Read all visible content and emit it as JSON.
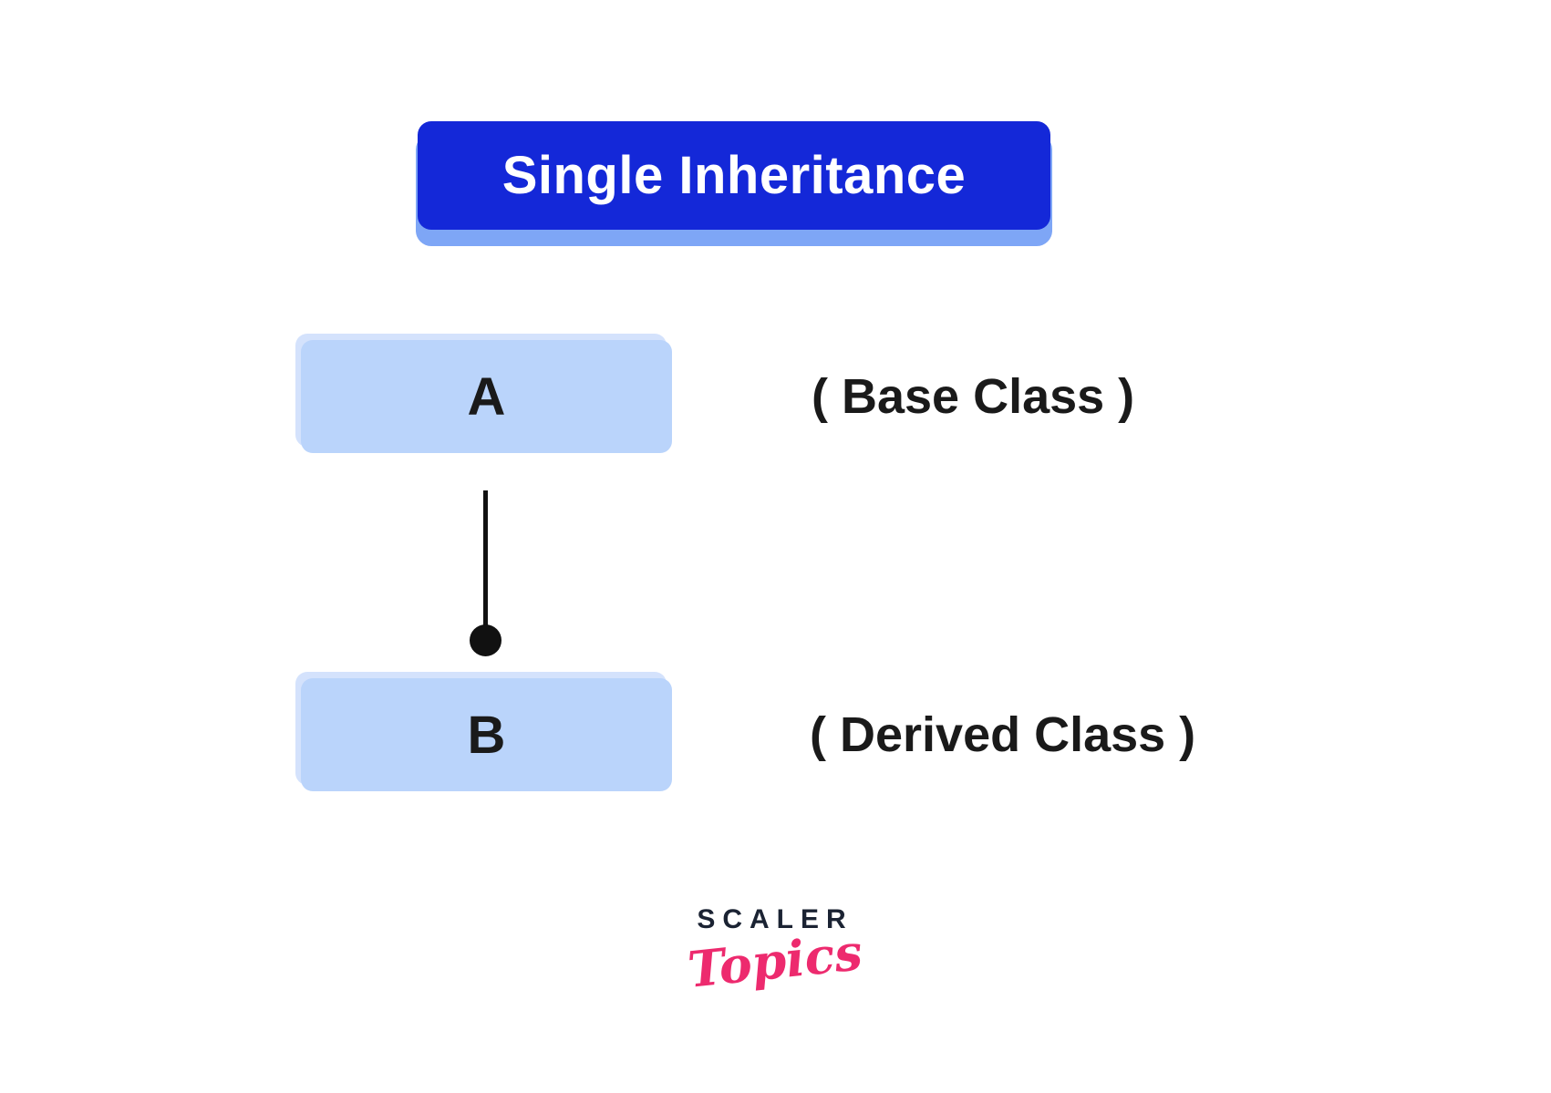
{
  "header": {
    "title": "Single Inheritance"
  },
  "diagram": {
    "nodes": [
      {
        "id": "A",
        "label": "A",
        "annotation": "( Base Class )",
        "role": "base"
      },
      {
        "id": "B",
        "label": "B",
        "annotation": "( Derived Class )",
        "role": "derived"
      }
    ],
    "connector": {
      "from": "A",
      "to": "B",
      "style": "vertical-line-with-dot-terminator"
    }
  },
  "logo": {
    "brand": "SCALER",
    "sub": "Topics"
  },
  "colors": {
    "background": "#ffffff",
    "banner_bg": "#1428d8",
    "banner_shadow": "#7ea6f6",
    "banner_text": "#ffffff",
    "node_bg": "#bad4fb",
    "node_halo": "#d4e2fc",
    "diagram_text": "#1a1a1a",
    "connector": "#111111",
    "logo_brand": "#1b2333",
    "logo_sub": "#ed2a6e"
  }
}
